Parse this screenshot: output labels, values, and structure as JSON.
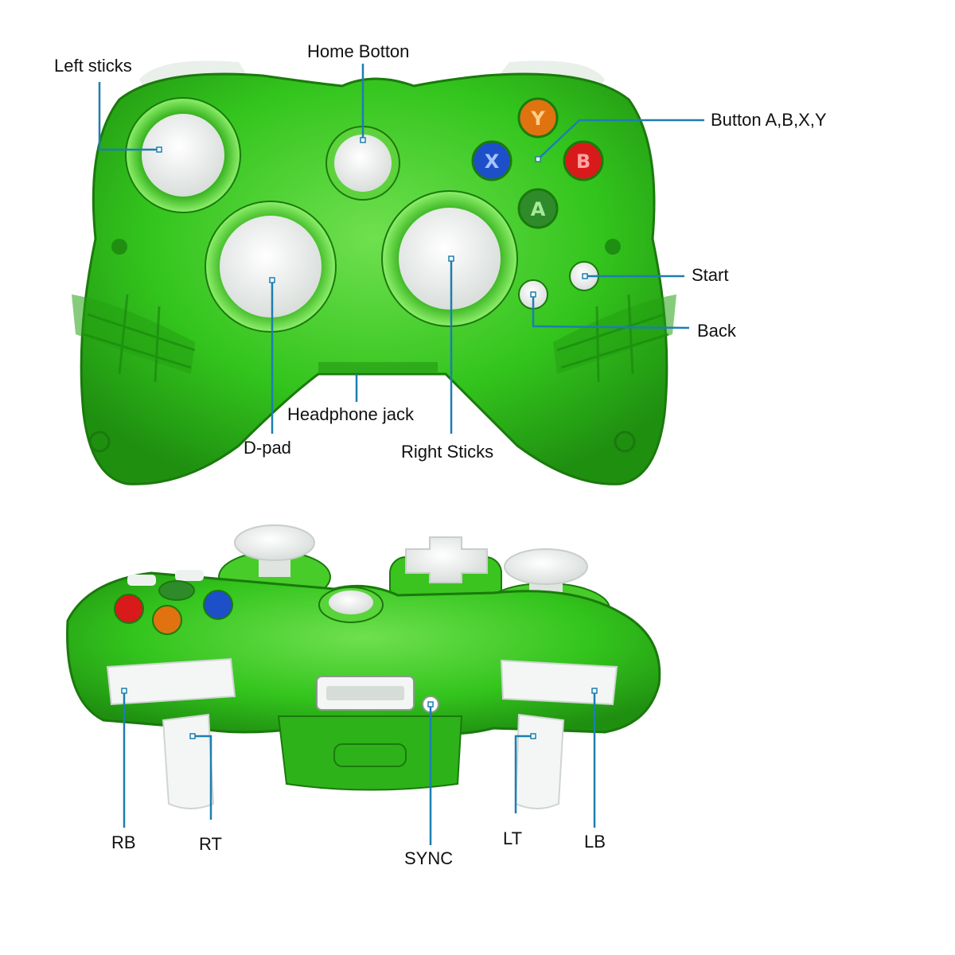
{
  "colors": {
    "shell": "#33c41d",
    "shell_dark": "#1f8f10",
    "shell_light": "#6fe04f",
    "stick": "#f2f4f3",
    "leader": "#1c7fb0",
    "btn_a": "#2f8a2a",
    "btn_b": "#d81a1a",
    "btn_x": "#1d4fc8",
    "btn_y": "#e0730f"
  },
  "buttons": {
    "a": "A",
    "b": "B",
    "x": "X",
    "y": "Y"
  },
  "labels": {
    "left_sticks": "Left sticks",
    "home_button": "Home Botton",
    "buttons_abxy": "Button A,B,X,Y",
    "start": "Start",
    "back": "Back",
    "headphone_jack": "Headphone jack",
    "dpad": "D-pad",
    "right_sticks": "Right Sticks",
    "rb": "RB",
    "rt": "RT",
    "sync": "SYNC",
    "lt": "LT",
    "lb": "LB"
  }
}
